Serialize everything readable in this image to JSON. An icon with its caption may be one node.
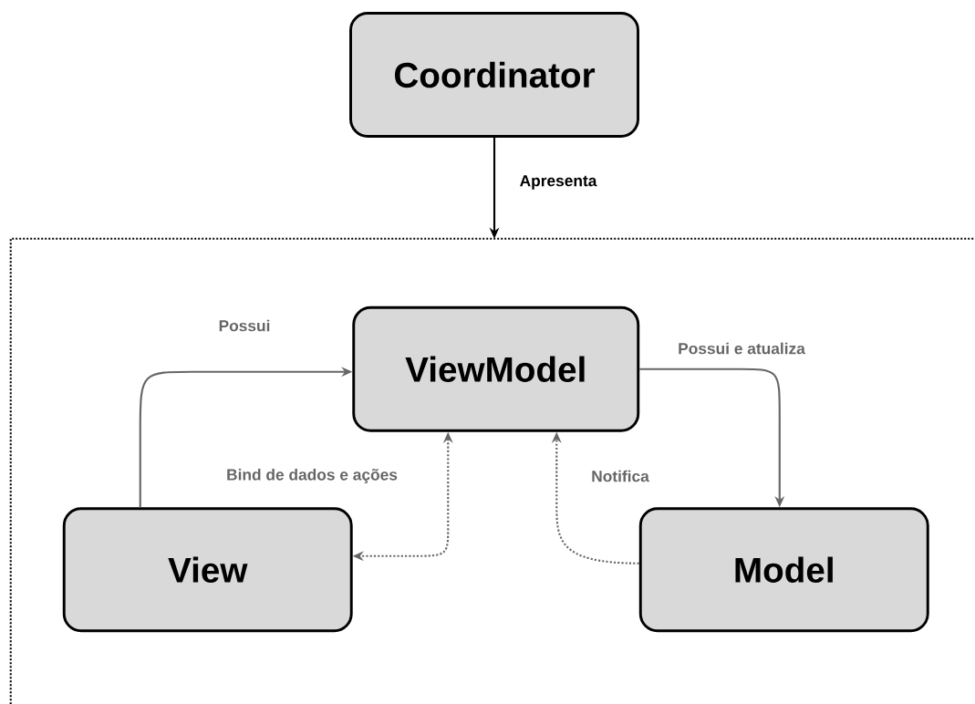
{
  "diagram": {
    "nodes": [
      {
        "text": [
          "Coordinator"
        ]
      },
      {
        "text": [],
        "shape": "box"
      },
      {
        "text": [
          "ViewModel"
        ],
        "in": 1
      },
      {
        "text": [
          "View"
        ],
        "in": 1
      },
      {
        "text": [
          "Model"
        ],
        "in": 1
      }
    ],
    "edges": [
      {
        "from": 0,
        "to": 1,
        "arrow": "to",
        "label": "Apresenta",
        "color": "#000000"
      },
      {
        "from": 3,
        "to": 2,
        "arrow": "to",
        "label": "Possui"
      },
      {
        "from": 2,
        "to": 3,
        "arrow": "both",
        "label": "Bind de dados e ações",
        "style": "dashed"
      },
      {
        "from": 2,
        "to": 4,
        "arrow": "to",
        "label": "Possui e atualiza"
      },
      {
        "from": 4,
        "to": 2,
        "arrow": "to",
        "label": "Notifica",
        "style": "dashed"
      }
    ]
  }
}
